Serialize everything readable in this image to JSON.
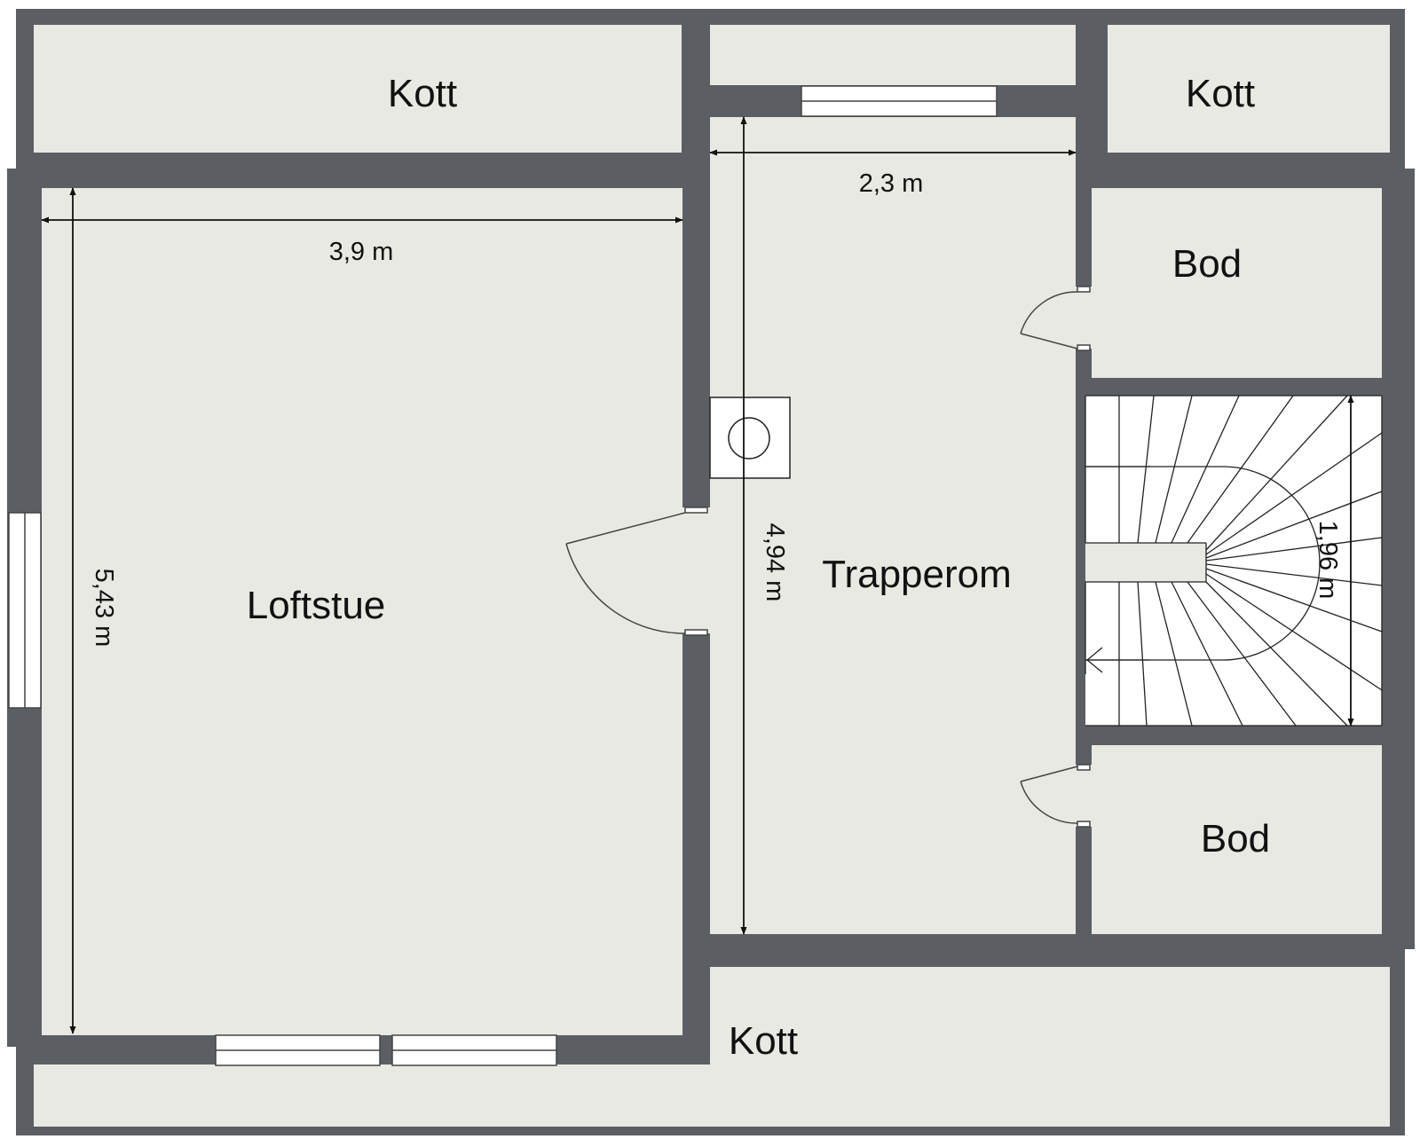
{
  "colors": {
    "wall": "#5b5f63",
    "floor": "#e9e9e3",
    "stairs": "#ffffff",
    "window": "#ffffff",
    "line": "#222222",
    "text": "#111111"
  },
  "rooms": {
    "kott_top_left": "Kott",
    "kott_top_right": "Kott",
    "kott_bottom": "Kott",
    "bod_upper": "Bod",
    "bod_lower": "Bod",
    "trapperom": "Trapperom",
    "loftstue": "Loftstue"
  },
  "dimensions": {
    "loftstue_width": "3,9 m",
    "loftstue_length": "5,43 m",
    "trapperom_width": "2,3 m",
    "trapperom_length": "4,94 m",
    "stairs_length": "1,96 m"
  }
}
